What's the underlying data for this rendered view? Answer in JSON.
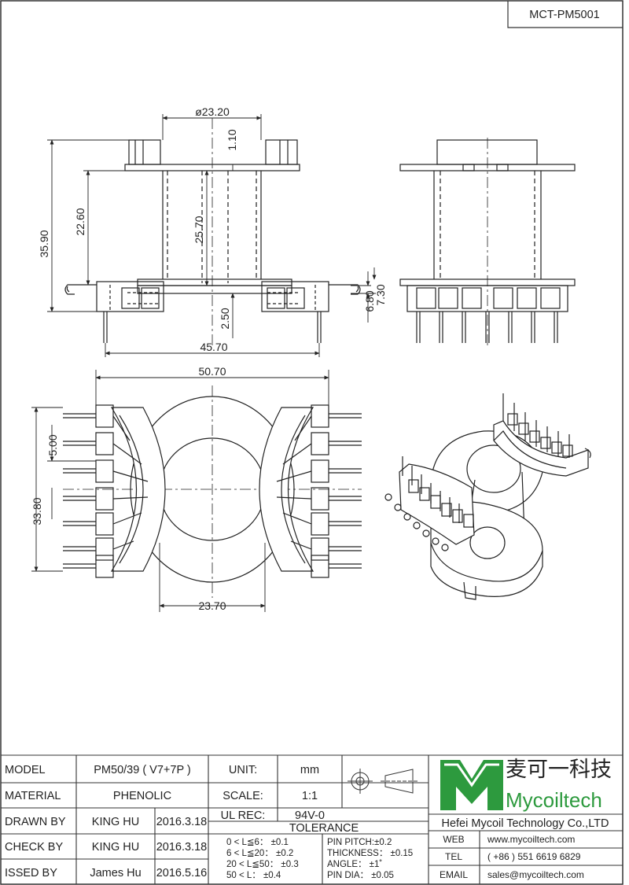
{
  "part_number": "MCT-PM5001",
  "dimensions": {
    "core_dia": "ø23.20",
    "d_1_10": "1.10",
    "d_35_90": "35.90",
    "d_22_60": "22.60",
    "d_25_70": "25.70",
    "d_2_50": "2.50",
    "d_6_80": "6.80",
    "d_7_30": "7.30",
    "d_45_70": "45.70",
    "d_50_70": "50.70",
    "d_5_00": "5.00",
    "d_33_80": "33.80",
    "d_23_70": "23.70"
  },
  "title_block": {
    "model_label": "MODEL",
    "model_value": "PM50/39 ( V7+7P )",
    "material_label": "MATERIAL",
    "material_value": "PHENOLIC",
    "drawn_label": "DRAWN BY",
    "drawn_name": "KING HU",
    "drawn_date": "2016.3.18",
    "check_label": "CHECK BY",
    "check_name": "KING HU",
    "check_date": "2016.3.18",
    "issued_label": "ISSED BY",
    "issued_name": "James Hu",
    "issued_date": "2016.5.16",
    "unit_label": "UNIT:",
    "unit_value": "mm",
    "scale_label": "SCALE:",
    "scale_value": "1:1",
    "ulrec_label": "UL REC:",
    "ulrec_value": "94V-0",
    "tolerance_label": "TOLERANCE",
    "tol_1": "0 < L≦6： ±0.1",
    "tol_2": "6 < L≦20： ±0.2",
    "tol_3": "20 < L≦50： ±0.3",
    "tol_4": "50 < L： ±0.4",
    "pin_pitch": "PIN PITCH:±0.2",
    "thickness": "THICKNESS： ±0.15",
    "angle": "ANGLE： ±1˚",
    "pin_dia": "PIN DIA： ±0.05",
    "logo_cn": "麦可一科技",
    "logo_en": "Mycoiltech",
    "company": "Hefei Mycoil Technology Co.,LTD",
    "web_label": "WEB",
    "web_value": "www.mycoiltech.com",
    "tel_label": "TEL",
    "tel_value": "( +86 ) 551 6619 6829",
    "email_label": "EMAIL",
    "email_value": "sales@mycoiltech.com"
  },
  "colors": {
    "logo_green": "#2d9a3e",
    "line": "#222222"
  }
}
